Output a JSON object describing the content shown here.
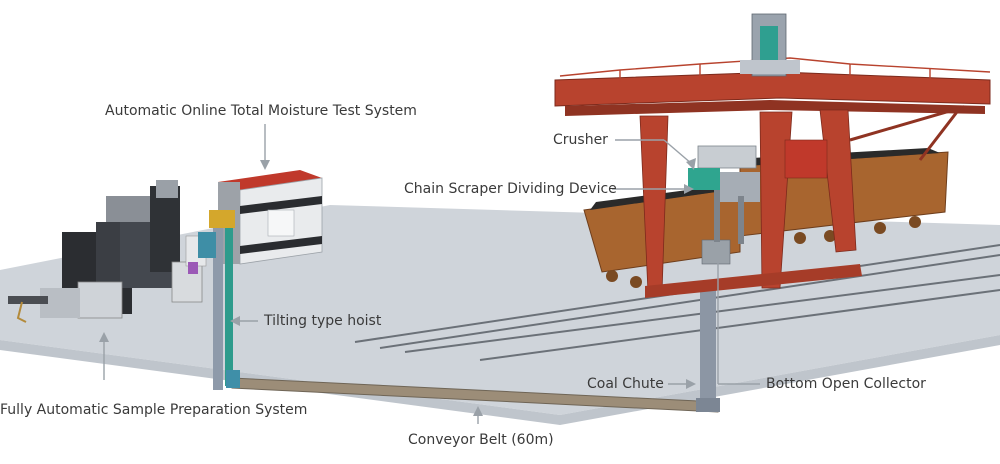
{
  "labels": {
    "moisture": "Automatic Online Total Moisture Test System",
    "crusher": "Crusher",
    "chain_scraper": "Chain Scraper Dividing Device",
    "hoist": "Tilting type hoist",
    "coal_chute": "Coal Chute",
    "bottom_collector": "Bottom Open Collector",
    "sample_prep": "Fully Automatic Sample Preparation System",
    "conveyor": "Conveyor Belt (60m)"
  },
  "colors": {
    "floor": "#cfd4da",
    "gantry": "#b8432e",
    "railcar": "#a8652f",
    "belt": "#9c8d78",
    "hoist_tower": "#8e9aaa",
    "moisture_roof": "#c0392b",
    "leader": "#9aa1a8"
  }
}
